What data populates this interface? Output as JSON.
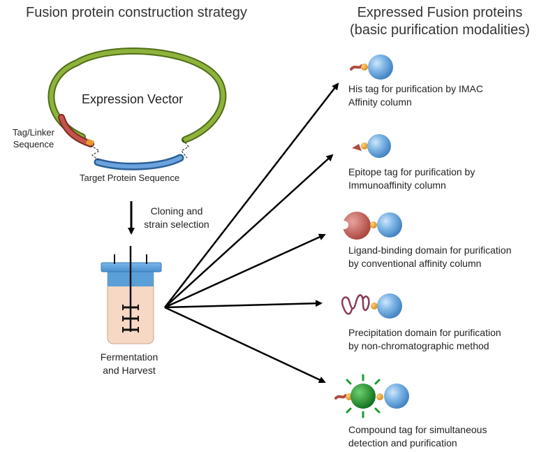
{
  "left_title": "Fusion protein construction strategy",
  "right_title_line1": "Expressed Fusion proteins",
  "right_title_line2": "(basic purification modalities)",
  "vector": {
    "label": "Expression Vector",
    "tag_label_line1": "Tag/Linker",
    "tag_label_line2": "Sequence",
    "target_label": "Target Protein Sequence",
    "colors": {
      "ring": "#7a9a2e",
      "tag": "#b34a3f",
      "target": "#4a86c8"
    }
  },
  "step": {
    "line1": "Cloning and",
    "line2": "strain selection"
  },
  "fermenter": {
    "line1": "Fermentation",
    "line2": "and Harvest",
    "colors": {
      "lid": "#5a9fd8",
      "broth": "#f7d8c4"
    }
  },
  "outputs": [
    {
      "line1": "His tag for purification by IMAC",
      "line2": "Affinity column"
    },
    {
      "line1": "Epitope tag for purification by",
      "line2": "Immunoaffinity column"
    },
    {
      "line1": "Ligand-binding domain for purification",
      "line2": "by conventional affinity column"
    },
    {
      "line1": "Precipitation domain for purification",
      "line2": "by non-chromatographic method"
    },
    {
      "line1": "Compound tag for simultaneous",
      "line2": "detection and purification"
    }
  ]
}
